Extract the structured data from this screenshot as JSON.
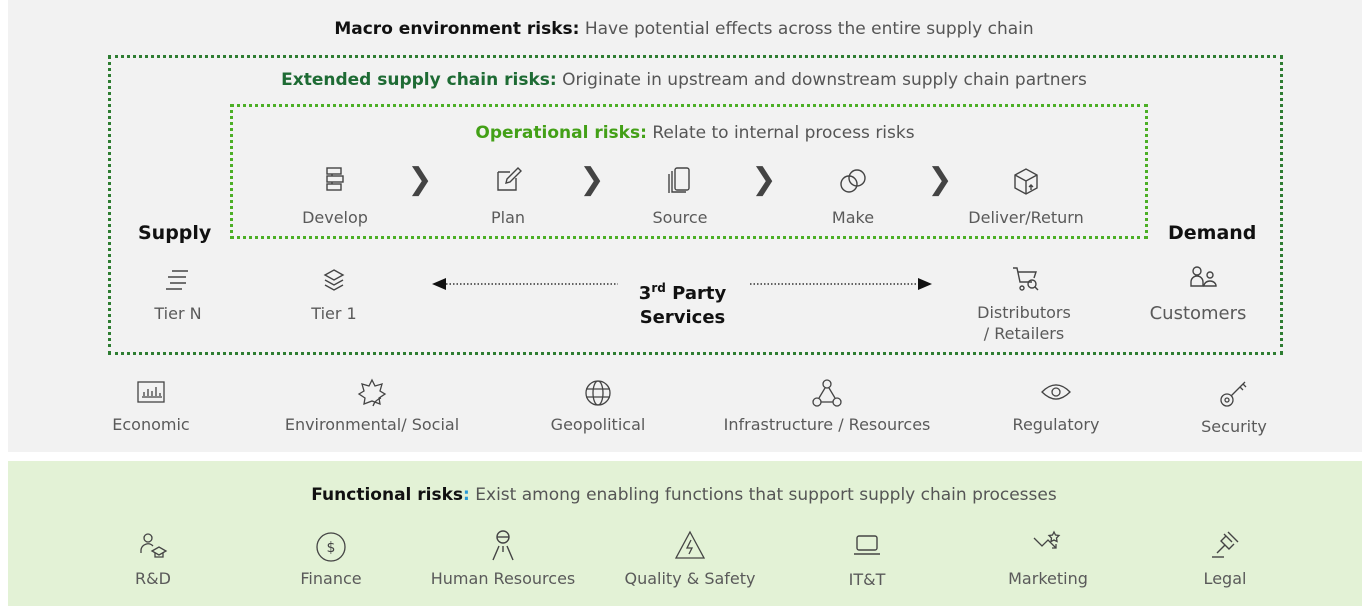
{
  "macro": {
    "title": "Macro environment risks:",
    "desc": "Have potential effects across the entire supply chain"
  },
  "extended": {
    "title": "Extended supply chain risks:",
    "desc": "Originate in upstream and downstream supply chain partners"
  },
  "operational": {
    "title": "Operational risks:",
    "desc": "Relate to internal process risks"
  },
  "process_steps": [
    "Develop",
    "Plan",
    "Source",
    "Make",
    "Deliver/Return"
  ],
  "supply_label": "Supply",
  "demand_label": "Demand",
  "tiers": {
    "tier_n": "Tier N",
    "tier_1": "Tier 1"
  },
  "third_party": {
    "prefix": "3",
    "sup": "rd",
    "rest": "Party",
    "line2": "Services"
  },
  "distributors": {
    "line1": "Distributors",
    "line2": "/ Retailers"
  },
  "customers": "Customers",
  "macro_risks": [
    "Economic",
    "Environmental/ Social",
    "Geopolitical",
    "Infrastructure / Resources",
    "Regulatory",
    "Security"
  ],
  "functional": {
    "title": "Functional risks:",
    "desc": "Exist among enabling functions that support supply chain processes"
  },
  "functions": [
    "R&D",
    "Finance",
    "Human Resources",
    "Quality & Safety",
    "IT&T",
    "Marketing",
    "Legal"
  ],
  "colors": {
    "ext_green": "#1e6b34",
    "op_green": "#43a017",
    "func_colon": "#2a9ad6",
    "func_bg": "#e3f2d6",
    "macro_bg": "#f2f2f2"
  }
}
